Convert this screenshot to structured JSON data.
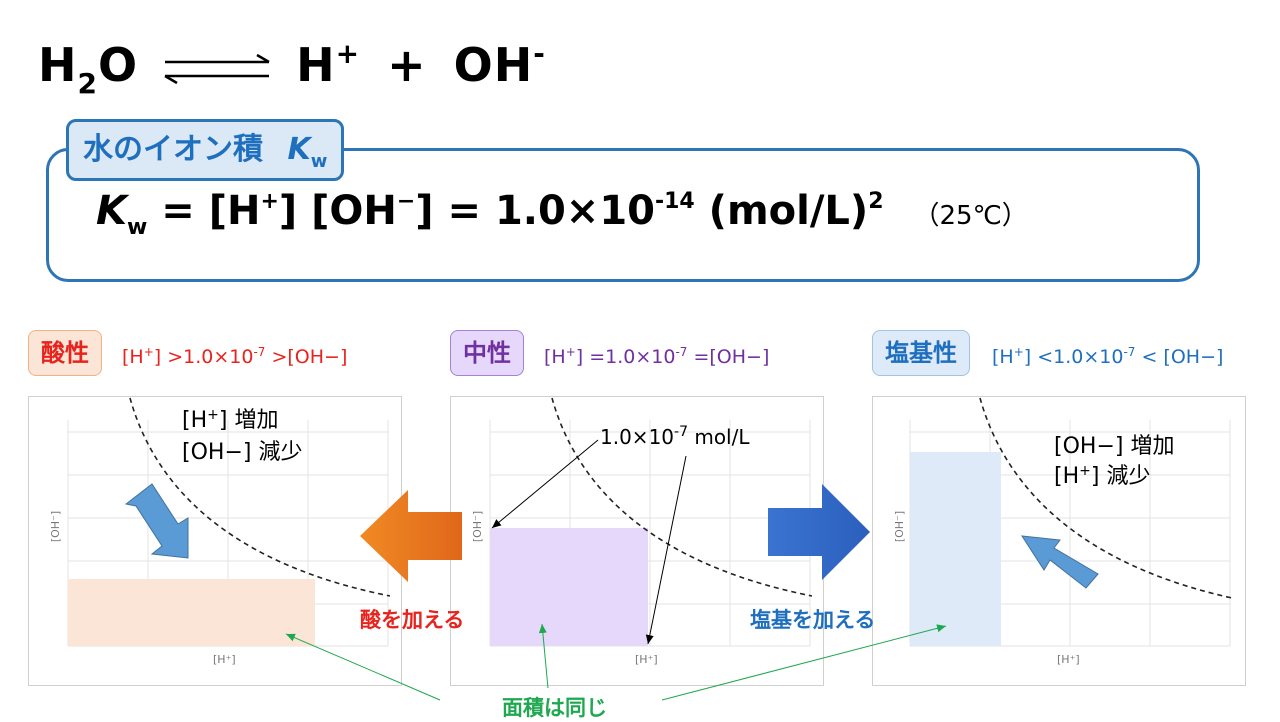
{
  "equation": {
    "reactant_base": "H",
    "reactant_sub": "2",
    "reactant_end": "O",
    "product_h": "H",
    "product_h_sup": "+",
    "plus": "+",
    "product_oh": "OH",
    "product_oh_sup": "-"
  },
  "kw_box": {
    "title": "水のイオン積",
    "title_symbol": "K",
    "title_symbol_sub": "w",
    "formula_symbol": "K",
    "formula_symbol_sub": "w",
    "formula_part1": " = [H",
    "formula_sup1": "+",
    "formula_part2": "] [OH",
    "formula_sup2": "−",
    "formula_part3": "] = 1.0×10",
    "formula_exp": "-14",
    "formula_part4": " (mol/L)",
    "formula_sq": "2",
    "temperature": "（25℃）"
  },
  "panels": {
    "acidic": {
      "tag": "酸性",
      "cond_a": "[H",
      "cond_b": "+",
      "cond_c": "] >1.0×10",
      "cond_d": "-7",
      "cond_e": " >[OH−]",
      "note1": "[H",
      "note1_sup": "+",
      "note1_end": "] 増加",
      "note2": "[OH−]  減少",
      "ylabel": "[OH⁻]",
      "xlabel": "",
      "fill": "#fbe5d6",
      "color": "#e8231d",
      "tag_bg": "#fbe5d6",
      "tag_border": "#f4b183"
    },
    "neutral": {
      "tag": "中性",
      "cond_a": "[H",
      "cond_b": "+",
      "cond_c": "] =1.0×10",
      "cond_d": "-7",
      "cond_e": " =[OH−]",
      "note": "1.0×10",
      "note_sup": "-7",
      "note_end": " mol/L",
      "ylabel": "[OH⁻]",
      "xlabel": "[H⁺]",
      "fill": "#e6d8fb",
      "color": "#7030a0",
      "tag_bg": "#e6d8fb",
      "tag_border": "#a681d6"
    },
    "basic": {
      "tag": "塩基性",
      "cond_a": "[H",
      "cond_b": "+",
      "cond_c": "] <1.0×10",
      "cond_d": "-7",
      "cond_e": " < [OH−]",
      "note1": "[OH−] 増加",
      "note2": "[H",
      "note2_sup": "+",
      "note2_end": "]  減少",
      "ylabel": "[OH⁻]",
      "xlabel": "[H⁺]",
      "fill": "#deeaf7",
      "color": "#1f6fbf",
      "tag_bg": "#deeaf7",
      "tag_border": "#9dc3e6"
    }
  },
  "actions": {
    "add_acid": "酸を加える",
    "add_base": "塩基を加える",
    "acid_color": "#e8231d",
    "base_color": "#1f6fbf"
  },
  "area_note": {
    "text": "面積は同じ",
    "color": "#1fa84f"
  }
}
